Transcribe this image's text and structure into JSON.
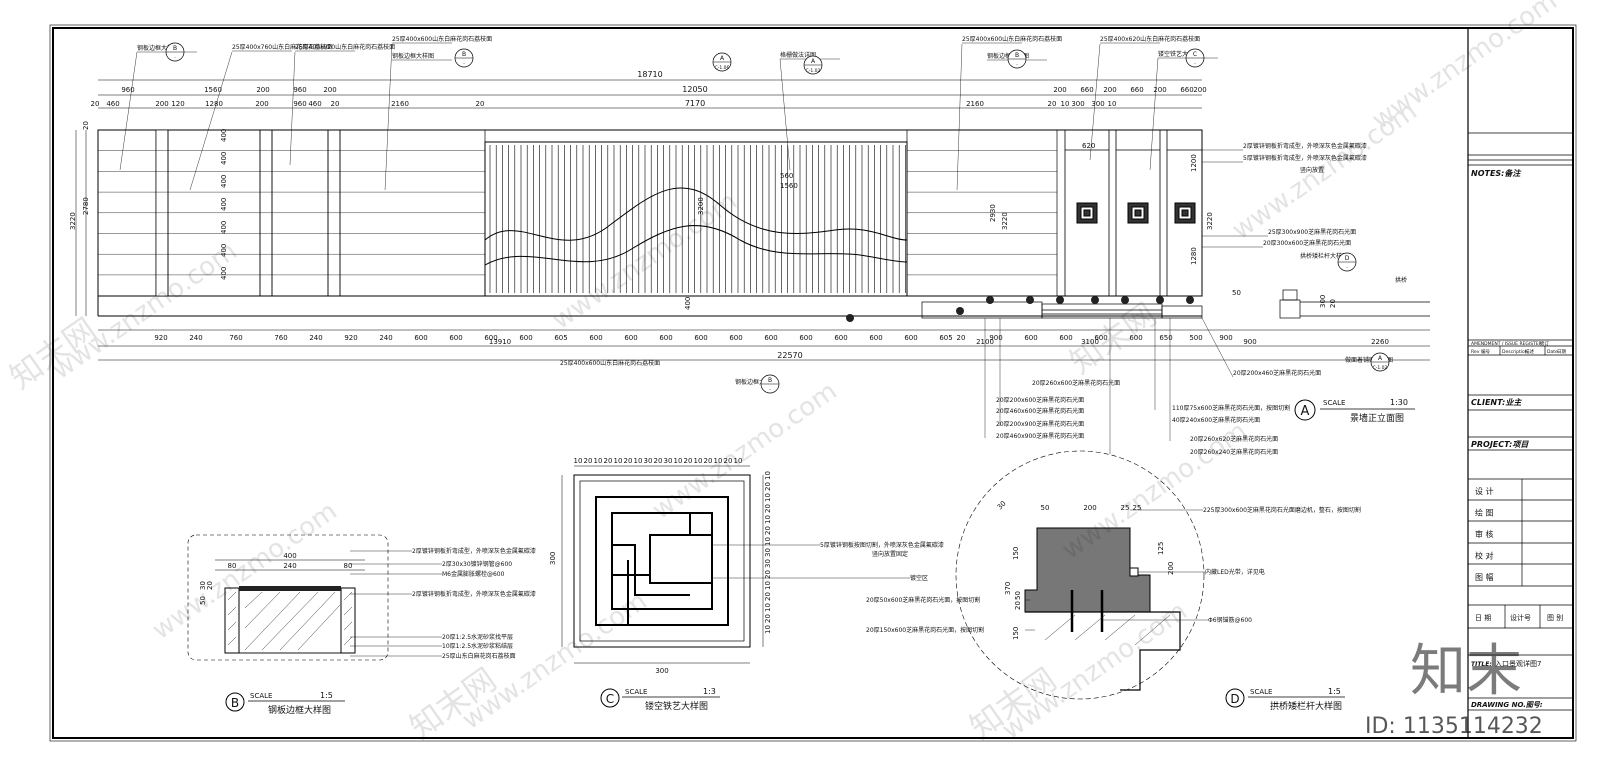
{
  "elevation_a": {
    "top_dims": {
      "overall": "18710",
      "middle": "12050",
      "middle_sub": "7170",
      "row1": [
        "960",
        "1560",
        "200",
        "960",
        "200"
      ],
      "row2": [
        "20",
        "460",
        "200",
        "120",
        "1280",
        "200",
        "960",
        "460",
        "20",
        "2160",
        "20",
        "2160",
        "20"
      ],
      "right_row1": [
        "200",
        "660",
        "200",
        "660",
        "200",
        "660",
        "200"
      ],
      "right_row2": [
        "10",
        "300",
        "300",
        "10"
      ]
    },
    "bottom_dims": {
      "row1": [
        "920",
        "240",
        "760",
        "760",
        "240",
        "920",
        "240",
        "600",
        "600",
        "600",
        "600",
        "605",
        "600",
        "600",
        "600",
        "600",
        "600",
        "600",
        "600",
        "600",
        "600",
        "600",
        "605",
        "20",
        "900",
        "600",
        "600",
        "600",
        "600",
        "650",
        "500",
        "900"
      ],
      "row2": [
        "13910",
        "2100",
        "3100",
        "900",
        "2260"
      ],
      "total": "22570"
    },
    "left_dims": [
      "3220",
      "2780",
      "20",
      "400",
      "400",
      "400",
      "400",
      "400",
      "400",
      "400"
    ],
    "inner_dims": {
      "a": "3200",
      "b": "400",
      "c": "2930",
      "d": "3220",
      "e": "620",
      "f": "1200",
      "g": "1280",
      "h": "3220",
      "i": "50",
      "j": "300",
      "k": "20",
      "l": "560",
      "m": "1560"
    },
    "top_callouts": [
      "钢板边框大样图",
      "25厚400x760山东白麻花岗石荔枝面",
      "25厚400x920山东白麻花岗石荔枝面",
      "25厚400x600山东白麻花岗石荔枝面",
      "钢板边框大样图",
      "格栅做法详图",
      "25厚400x600山东白麻花岗石荔枝面",
      "钢板边框大样图",
      "25厚400x620山东白麻花岗石荔枝面",
      "镂空铁艺大样图"
    ],
    "section_marks": [
      {
        "top": "A",
        "bottom": "C-1.06"
      },
      {
        "top": "A",
        "bottom": "C-1.02"
      },
      {
        "top": "B",
        "bottom": "-"
      },
      {
        "top": "B",
        "bottom": "-"
      },
      {
        "top": "C",
        "bottom": "-"
      },
      {
        "top": "D",
        "bottom": "-"
      }
    ],
    "right_callouts": [
      "2厚镀锌钢板折弯成型，外喷深灰色金属氟碳漆",
      "5厚镀锌钢板折弯成型，外喷深灰色金属氟碳漆",
      "竖向放置",
      "25厚300x900芝麻黑花岗石光面",
      "20厚300x600芝麻黑花岗石光面",
      "拱桥矮栏杆大样图",
      "拱桥",
      "20厚200x460芝麻黑花岗石光面",
      "做面着铺贴做法图"
    ],
    "bottom_callouts": [
      "25厚400x600山东白麻花岗石荔枝面",
      "钢板边框大样图",
      "20厚260x600芝麻黑花岗石光面",
      "20厚200x600芝麻黑花岗石光面",
      "20厚460x600芝麻黑花岗石光面",
      "20厚200x900芝麻黑花岗石光面",
      "20厚460x900芝麻黑花岗石光面",
      "110厚75x600芝麻黑花岗石光面，按图切割",
      "40厚240x600芝麻黑花岗石光面",
      "20厚260x620芝麻黑花岗石光面",
      "20厚260x240芝麻黑花岗石光面"
    ],
    "elevation_glyphs": {
      "b": "b",
      "c": "560\n1560"
    },
    "label": {
      "letter": "A",
      "scale_word": "SCALE",
      "scale": "1:30",
      "title": "景墙正立面图"
    }
  },
  "detail_b": {
    "dims": [
      "400",
      "80",
      "240",
      "80",
      "30",
      "20",
      "50"
    ],
    "callouts": [
      "2厚镀锌钢板折弯成型，外喷深灰色金属氟碳漆",
      "2厚30x30镀锌钢管@600",
      "M6金属膨胀螺栓@600",
      "2厚镀锌钢板折弯成型，外喷深灰色金属氟碳漆",
      "20厚1:2.5水泥砂浆找平层",
      "10厚1:2.5水泥砂浆粘结层",
      "25厚山东白麻花岗石荔枝面"
    ],
    "label": {
      "letter": "B",
      "scale_word": "SCALE",
      "scale": "1:5",
      "title": "钢板边框大样图"
    }
  },
  "detail_c": {
    "top_dims": [
      "10",
      "20",
      "10",
      "20",
      "10",
      "20",
      "10",
      "30",
      "20",
      "30",
      "10",
      "20",
      "10",
      "20",
      "10",
      "20",
      "10"
    ],
    "side_dims": [
      "10",
      "20",
      "10",
      "20",
      "10",
      "20",
      "10",
      "30",
      "30",
      "20",
      "10",
      "20",
      "10",
      "20",
      "10"
    ],
    "size": "300",
    "callouts": [
      "5厚镀锌钢板按图切割，外喷深灰色金属氟碳漆",
      "竖向放置固定",
      "镀空区"
    ],
    "label": {
      "letter": "C",
      "scale_word": "SCALE",
      "scale": "1:3",
      "title": "镂空铁艺大样图"
    }
  },
  "detail_d": {
    "dims": [
      "50",
      "200",
      "25",
      "25",
      "150",
      "370",
      "50",
      "20",
      "150",
      "125",
      "200",
      "30"
    ],
    "callouts": [
      "225厚300x600芝麻黑花岗石光面磨边机，整石，按图切割",
      "内藏LED光带，详见电",
      "Φ6钢锚筋@600",
      "20厚50x600芝麻黑花岗石光面，按图切割",
      "20厚150x600芝麻黑花岗石光面，按图切割"
    ],
    "label": {
      "letter": "D",
      "scale_word": "SCALE",
      "scale": "1:5",
      "title": "拱桥矮栏杆大样图"
    }
  },
  "title_block": {
    "notes": "NOTES:备注",
    "amendment": "AMENDMENT / ISSUE REGISTER",
    "amendment_cn": "修订",
    "rev": "Rev",
    "rev_cn": "编号",
    "description": "Description",
    "description_cn": "描述",
    "date": "Date",
    "date_cn": "日期",
    "client": "CLIENT:业主",
    "project": "PROJECT:项目",
    "roles": [
      "设 计",
      "绘 图",
      "审 核",
      "校 对",
      "图 幅"
    ],
    "date_label": "日 期",
    "design_no": "设计号",
    "drawing": "图 别",
    "title_label": "TITLE:",
    "title": "入口景观详图7",
    "drawing_no": "DRAWING NO.图号:"
  },
  "watermark": {
    "site": "www.znzmo.com",
    "cn": "知末网",
    "logo": "知末",
    "id": "ID: 1135114232"
  }
}
